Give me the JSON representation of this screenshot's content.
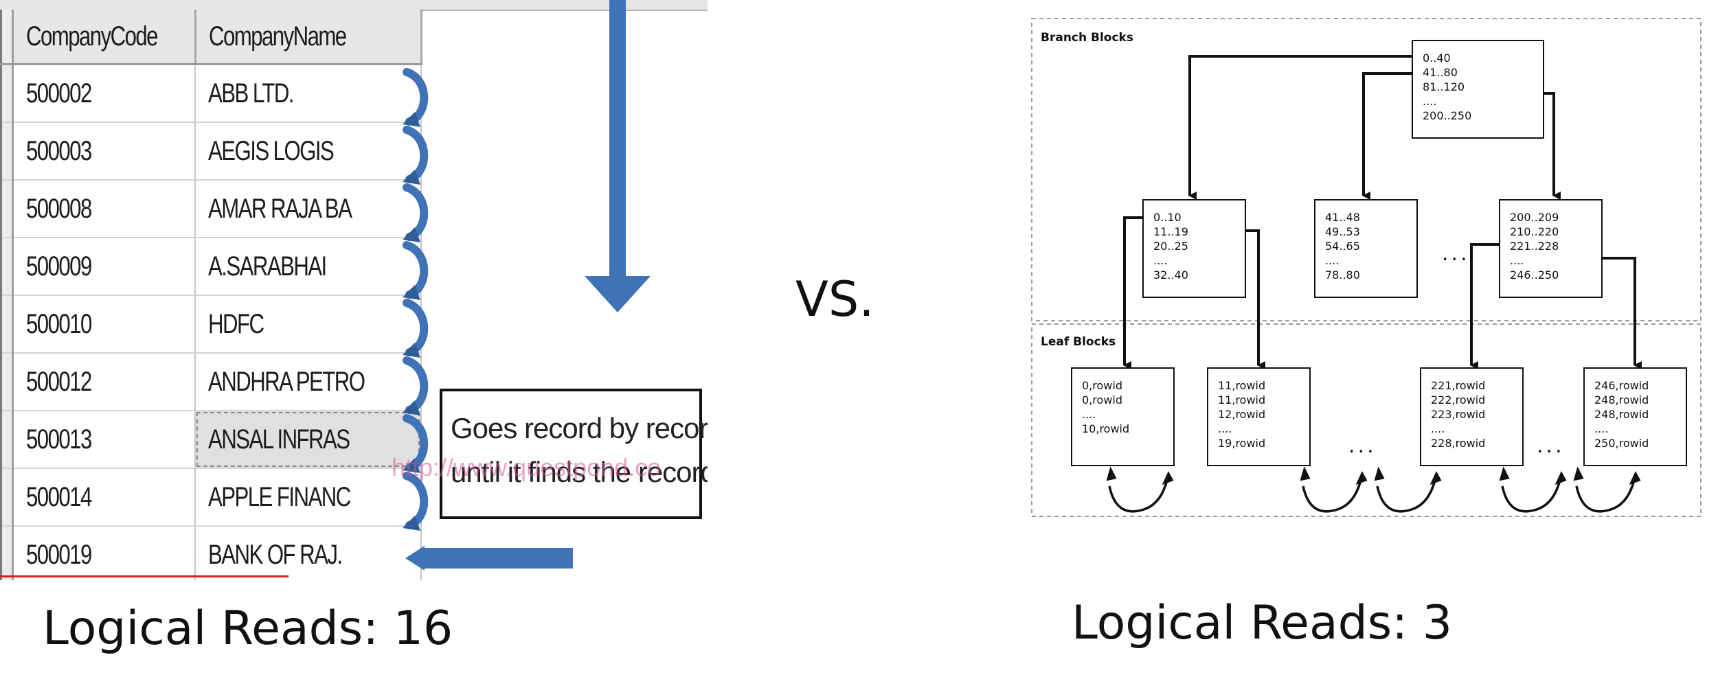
{
  "left_panel": {
    "columns": [
      "CompanyCode",
      "CompanyName"
    ],
    "rows": [
      [
        "500002",
        "ABB LTD."
      ],
      [
        "500003",
        "AEGIS LOGIS"
      ],
      [
        "500008",
        "AMAR RAJA BA"
      ],
      [
        "500009",
        "A.SARABHAI"
      ],
      [
        "500010",
        "HDFC"
      ],
      [
        "500012",
        "ANDHRA PETRO"
      ],
      [
        "500013",
        "ANSAL INFRAS"
      ],
      [
        "500014",
        "APPLE FINANC"
      ],
      [
        "500019",
        "BANK OF RAJ."
      ]
    ],
    "selected_row_index": 6,
    "callout": {
      "line1": "Goes record by record",
      "line2": "until it finds the record"
    },
    "watermark": "http://www.questpond.co",
    "logical_reads": "Logical Reads: 16"
  },
  "vs_label": "VS.",
  "right_panel": {
    "branch_label": "Branch Blocks",
    "leaf_label": "Leaf Blocks",
    "root_node": [
      "0..40",
      "41..80",
      "81..120",
      "....",
      "200..250"
    ],
    "branch_nodes": [
      [
        "0..10",
        "11..19",
        "20..25",
        "....",
        "32..40"
      ],
      [
        "41..48",
        "49..53",
        "54..65",
        "....",
        "78..80"
      ],
      [
        "200..209",
        "210..220",
        "221..228",
        "....",
        "246..250"
      ]
    ],
    "leaf_nodes": [
      [
        "0,rowid",
        "0,rowid",
        "....",
        "10,rowid"
      ],
      [
        "11,rowid",
        "11,rowid",
        "12,rowid",
        "....",
        "19,rowid"
      ],
      [
        "221,rowid",
        "222,rowid",
        "223,rowid",
        "....",
        "228,rowid"
      ],
      [
        "246,rowid",
        "248,rowid",
        "248,rowid",
        "....",
        "250,rowid"
      ]
    ],
    "ellipsis": "...",
    "logical_reads": "Logical Reads: 3"
  },
  "colors": {
    "arrow_blue": "#3f73b6",
    "arrow_blue_dark": "#2f5d97",
    "border_dark": "#111111",
    "zone_dashed": "#9a9a9a"
  }
}
